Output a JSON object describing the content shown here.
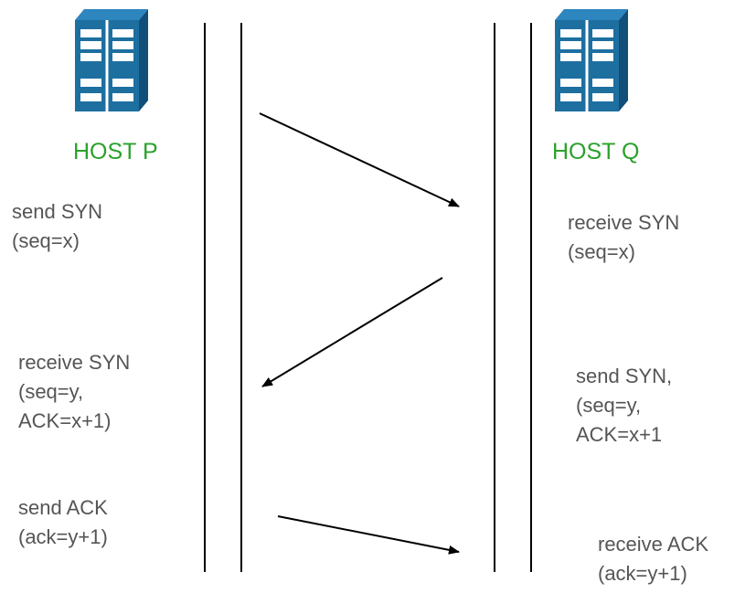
{
  "hosts": {
    "p": {
      "label": "HOST P"
    },
    "q": {
      "label": "HOST Q"
    }
  },
  "steps": {
    "p": [
      "send SYN\n(seq=x)",
      "receive SYN\n(seq=y,\nACK=x+1)",
      "send ACK\n(ack=y+1)"
    ],
    "q": [
      "receive SYN\n(seq=x)",
      "send SYN,\n(seq=y,\nACK=x+1",
      "receive ACK\n(ack=y+1)"
    ]
  },
  "colors": {
    "host_label": "#2aa12a",
    "text": "#555555",
    "server_fill": "#1d6fa0",
    "server_dark": "#0f4f7a",
    "lines": "#000000"
  },
  "icons": [
    "server-icon",
    "server-icon"
  ]
}
